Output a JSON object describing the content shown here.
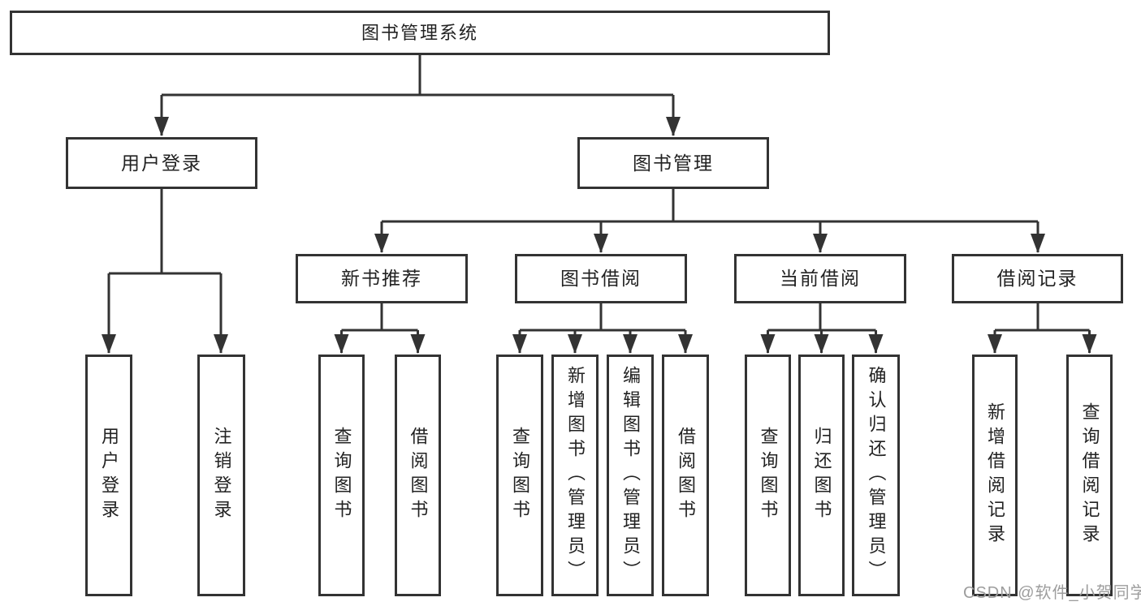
{
  "diagram": {
    "type": "hierarchy-tree",
    "orientation": "top-down"
  },
  "tree": {
    "label": "图书管理系统",
    "children": [
      {
        "label": "用户登录",
        "children": [
          {
            "label": "用户登录"
          },
          {
            "label": "注销登录"
          }
        ]
      },
      {
        "label": "图书管理",
        "children": [
          {
            "label": "新书推荐",
            "children": [
              {
                "label": "查询图书"
              },
              {
                "label": "借阅图书"
              }
            ]
          },
          {
            "label": "图书借阅",
            "children": [
              {
                "label": "查询图书"
              },
              {
                "label": "新增图书（管理员）"
              },
              {
                "label": "编辑图书（管理员）"
              },
              {
                "label": "借阅图书"
              }
            ]
          },
          {
            "label": "当前借阅",
            "children": [
              {
                "label": "查询图书"
              },
              {
                "label": "归还图书"
              },
              {
                "label": "确认归还（管理员）"
              }
            ]
          },
          {
            "label": "借阅记录",
            "children": [
              {
                "label": "新增借阅记录"
              },
              {
                "label": "查询借阅记录"
              }
            ]
          }
        ]
      }
    ]
  },
  "watermark": {
    "text": "CSDN @软件_小贺同学"
  },
  "colors": {
    "line": "#333333",
    "box_border": "#333333",
    "text": "#222222",
    "watermark": "#9d9d9d",
    "background": "#ffffff"
  }
}
